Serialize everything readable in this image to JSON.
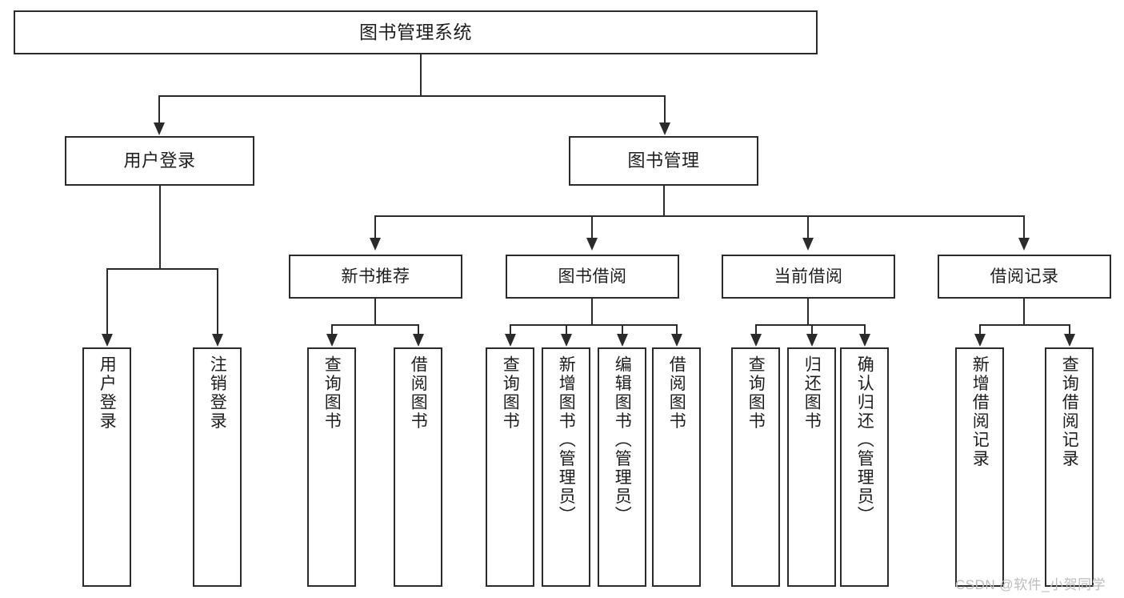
{
  "diagram": {
    "type": "tree",
    "title": "图书管理系统",
    "watermark": "CSDN @软件_小贺同学",
    "colors": {
      "stroke": "#2b2b2b",
      "fill": "#ffffff",
      "text": "#1d1d1d",
      "watermark": "#bdbdbd"
    },
    "root": {
      "label": "图书管理系统"
    },
    "level2": [
      {
        "label": "用户登录"
      },
      {
        "label": "图书管理"
      }
    ],
    "level3": [
      {
        "label": "新书推荐"
      },
      {
        "label": "图书借阅"
      },
      {
        "label": "当前借阅"
      },
      {
        "label": "借阅记录"
      }
    ],
    "leaves": {
      "user_login": [
        {
          "label": "用户登录"
        },
        {
          "label": "注销登录"
        }
      ],
      "new_book": [
        {
          "label": "查询图书"
        },
        {
          "label": "借阅图书"
        }
      ],
      "book_borrow": [
        {
          "label": "查询图书"
        },
        {
          "label": "新增图书（管理员）"
        },
        {
          "label": "编辑图书（管理员）"
        },
        {
          "label": "借阅图书"
        }
      ],
      "current_borrow": [
        {
          "label": "查询图书"
        },
        {
          "label": "归还图书"
        },
        {
          "label": "确认归还（管理员）"
        }
      ],
      "borrow_record": [
        {
          "label": "新增借阅记录"
        },
        {
          "label": "查询借阅记录"
        }
      ]
    }
  }
}
